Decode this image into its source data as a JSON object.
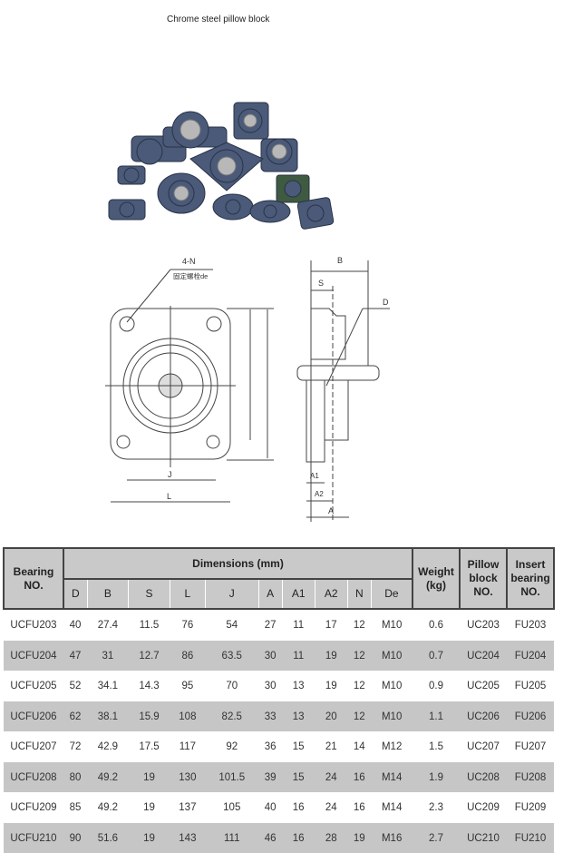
{
  "title": "Chrome steel pillow block",
  "drawing": {
    "label_4n": "4-N",
    "label_bolt": "固定螺栓de",
    "dims": [
      "B",
      "S",
      "D",
      "J",
      "L",
      "A1",
      "A2",
      "A"
    ]
  },
  "table": {
    "headers": {
      "bearing": "Bearing NO.",
      "dimensions": "Dimensions (mm)",
      "weight": "Weight (kg)",
      "pillow": "Pillow block NO.",
      "insert": "Insert bearing NO."
    },
    "dim_cols": [
      "D",
      "B",
      "S",
      "L",
      "J",
      "A",
      "A1",
      "A2",
      "N",
      "De"
    ],
    "rows": [
      [
        "UCFU203",
        "40",
        "27.4",
        "11.5",
        "76",
        "54",
        "27",
        "11",
        "17",
        "12",
        "M10",
        "0.6",
        "UC203",
        "FU203"
      ],
      [
        "UCFU204",
        "47",
        "31",
        "12.7",
        "86",
        "63.5",
        "30",
        "11",
        "19",
        "12",
        "M10",
        "0.7",
        "UC204",
        "FU204"
      ],
      [
        "UCFU205",
        "52",
        "34.1",
        "14.3",
        "95",
        "70",
        "30",
        "13",
        "19",
        "12",
        "M10",
        "0.9",
        "UC205",
        "FU205"
      ],
      [
        "UCFU206",
        "62",
        "38.1",
        "15.9",
        "108",
        "82.5",
        "33",
        "13",
        "20",
        "12",
        "M10",
        "1.1",
        "UC206",
        "FU206"
      ],
      [
        "UCFU207",
        "72",
        "42.9",
        "17.5",
        "117",
        "92",
        "36",
        "15",
        "21",
        "14",
        "M12",
        "1.5",
        "UC207",
        "FU207"
      ],
      [
        "UCFU208",
        "80",
        "49.2",
        "19",
        "130",
        "101.5",
        "39",
        "15",
        "24",
        "16",
        "M14",
        "1.9",
        "UC208",
        "FU208"
      ],
      [
        "UCFU209",
        "85",
        "49.2",
        "19",
        "137",
        "105",
        "40",
        "16",
        "24",
        "16",
        "M14",
        "2.3",
        "UC209",
        "FU209"
      ],
      [
        "UCFU210",
        "90",
        "51.6",
        "19",
        "143",
        "111",
        "46",
        "16",
        "28",
        "19",
        "M16",
        "2.7",
        "UC210",
        "FU210"
      ]
    ]
  }
}
